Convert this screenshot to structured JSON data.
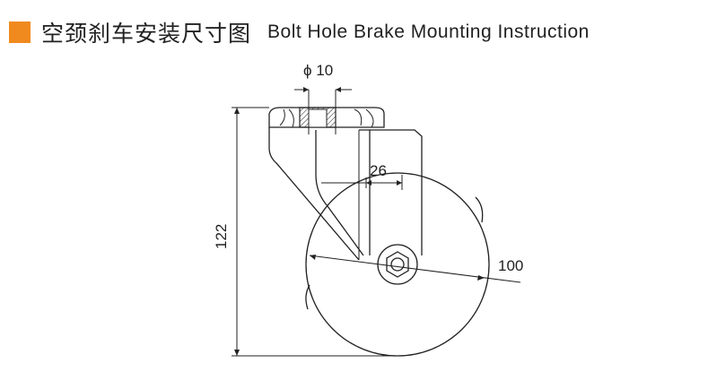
{
  "header": {
    "title_cn": "空颈刹车安装尺寸图",
    "title_en": "Bolt Hole Brake Mounting Instruction",
    "accent_color": "#F08A1E"
  },
  "dimensions": {
    "bolt_diameter": "ϕ 10",
    "offset": "26",
    "height": "122",
    "wheel_diameter": "100"
  }
}
